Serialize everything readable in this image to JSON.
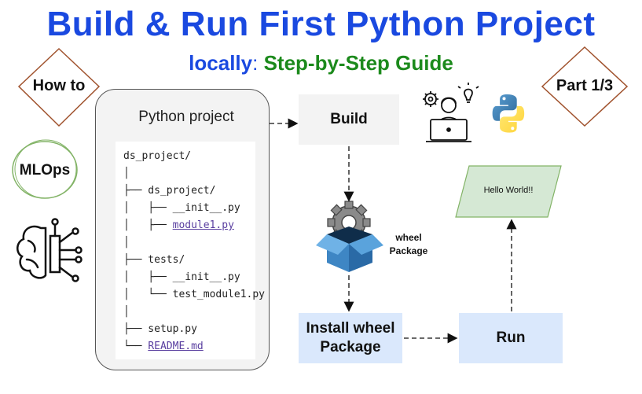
{
  "header": {
    "title": "Build & Run First Python Project",
    "subtitle_part1": "locally",
    "subtitle_colon": ": ",
    "subtitle_part2": "Step-by-Step Guide"
  },
  "badges": {
    "how_to": "How to",
    "part": "Part 1/3",
    "mlops": "MLOps"
  },
  "project": {
    "title": "Python project",
    "tree": [
      {
        "text": "ds_project/",
        "link": false
      },
      {
        "text": "│",
        "link": false
      },
      {
        "text": "├── ds_project/",
        "link": false
      },
      {
        "text": "│   ├── __init__.py",
        "link": false
      },
      {
        "prefix": "│   ├── ",
        "text": "module1.py",
        "link": true
      },
      {
        "text": "│",
        "link": false
      },
      {
        "text": "├── tests/",
        "link": false
      },
      {
        "text": "│   ├── __init__.py",
        "link": false
      },
      {
        "text": "│   └── test_module1.py",
        "link": false
      },
      {
        "text": "│",
        "link": false
      },
      {
        "text": "├── setup.py",
        "link": false
      },
      {
        "prefix": "└── ",
        "text": "README.md",
        "link": true
      }
    ]
  },
  "steps": {
    "build": "Build",
    "wheel_line1": "wheel",
    "wheel_line2": "Package",
    "install_line1": "Install wheel",
    "install_line2": "Package",
    "run": "Run",
    "output": "Hello World!!"
  },
  "colors": {
    "title_blue": "#1a49e0",
    "subtitle_green": "#1c8a1c",
    "step_fill": "#dae8fc",
    "output_fill": "#d5e8d4",
    "diamond_stroke": "#a0522d",
    "circle_stroke": "#82b366"
  },
  "icons": [
    "python-logo-icon",
    "developer-laptop-icon",
    "gear-box-icon",
    "brain-circuit-icon"
  ]
}
